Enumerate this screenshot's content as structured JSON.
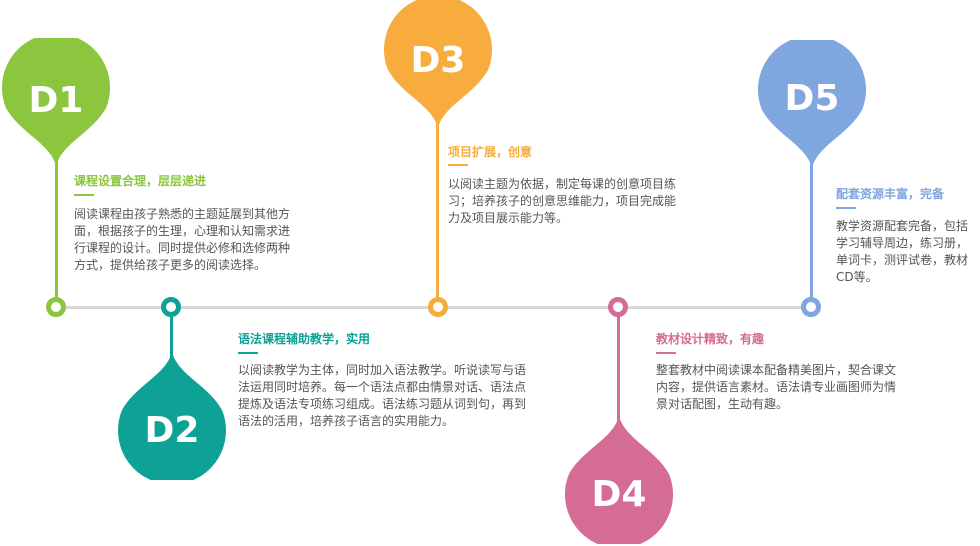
{
  "colors": {
    "item1": "#8cc63f",
    "item2": "#0ea297",
    "item3": "#f7ac3d",
    "item4": "#d46c95",
    "item5": "#7fa6de",
    "line": "#d8d8d8"
  },
  "items": [
    {
      "label": "D1",
      "heading": "课程设置合理，层层递进",
      "lines": [
        "阅读课程由孩子熟悉的主题延展到其他方",
        "面，根据孩子的生理，心理和认知需求进",
        "行课程的设计。同时提供必修和选修两种",
        "方式，提供给孩子更多的阅读选择。"
      ]
    },
    {
      "label": "D2",
      "heading": "语法课程辅助教学，实用",
      "lines": [
        "以阅读教学为主体，同时加入语法教学。听说读写与语",
        "法运用同时培养。每一个语法点都由情景对话、语法点",
        "提炼及语法专项练习组成。语法练习题从词到句，再到",
        "语法的活用，培养孩子语言的实用能力。"
      ]
    },
    {
      "label": "D3",
      "heading": "项目扩展，创意",
      "lines": [
        "以阅读主题为依据，制定每课的创意项目练",
        "习；培养孩子的创意思维能力，项目完成能",
        "力及项目展示能力等。"
      ]
    },
    {
      "label": "D4",
      "heading": "教材设计精致，有趣",
      "lines": [
        "整套教材中阅读课本配备精美图片，契合课文",
        "内容，提供语言素材。语法请专业画图师为情",
        "景对话配图，生动有趣。"
      ]
    },
    {
      "label": "D5",
      "heading": "配套资源丰富，完备",
      "lines": [
        "教学资源配套完备，包括",
        "学习辅导周边，练习册，",
        "单词卡，测评试卷，教材",
        "CD等。"
      ]
    }
  ]
}
